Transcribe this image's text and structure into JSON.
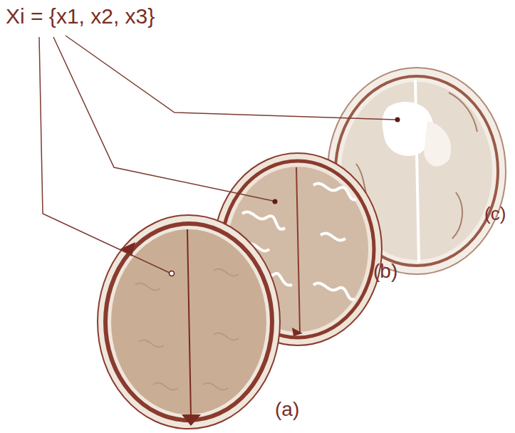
{
  "diagram": {
    "labels": [
      "Xi = {x1, x2, x3}",
      "(a)",
      "(b)",
      "(c)"
    ]
  }
}
